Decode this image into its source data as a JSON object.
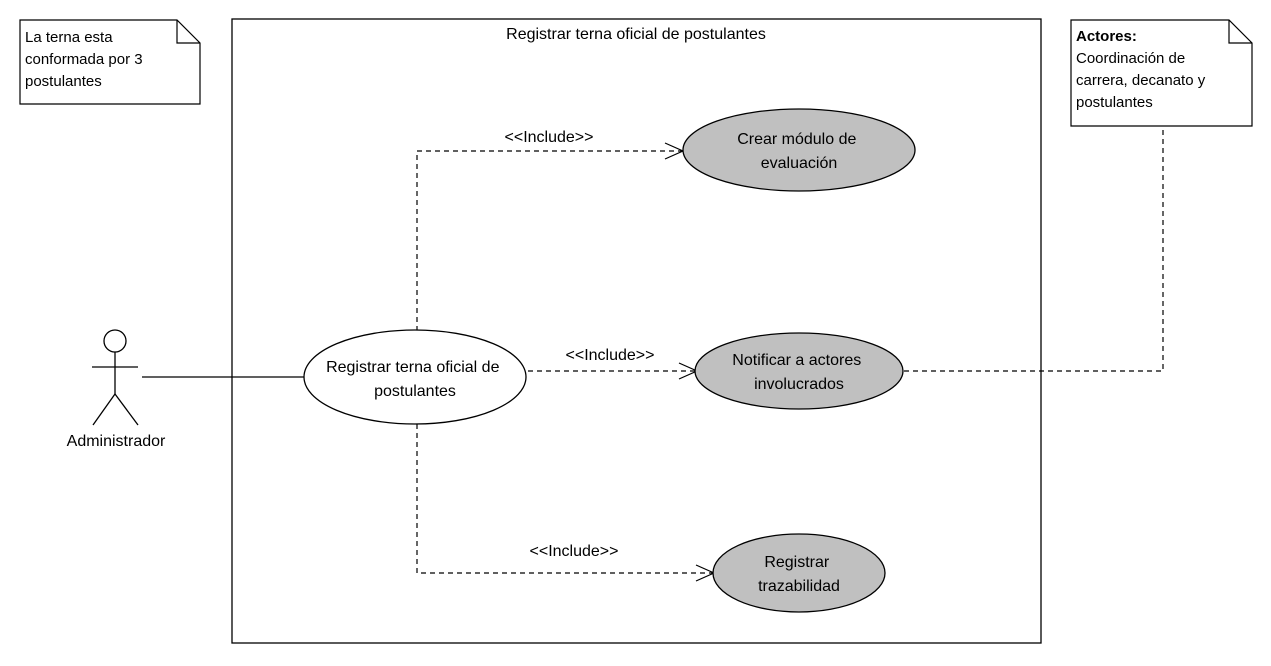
{
  "system_boundary": {
    "title": "Registrar terna oficial de postulantes"
  },
  "actor": {
    "name": "Administrador"
  },
  "notes": {
    "left": {
      "lines": [
        "La terna esta",
        "conformada por 3",
        "postulantes"
      ]
    },
    "right": {
      "heading": "Actores:",
      "lines": [
        "Coordinación de",
        "carrera, decanato y",
        "postulantes"
      ]
    }
  },
  "use_cases": {
    "main": {
      "lines": [
        "Registrar terna oficial de",
        "postulantes"
      ]
    },
    "crear_modulo": {
      "lines": [
        "Crear módulo de",
        "evaluación"
      ]
    },
    "notificar": {
      "lines": [
        "Notificar a actores",
        "involucrados"
      ]
    },
    "trazabilidad": {
      "lines": [
        "Registrar",
        "trazabilidad"
      ]
    }
  },
  "relations": {
    "include_1": "<<Include>>",
    "include_2": "<<Include>>",
    "include_3": "<<Include>>"
  },
  "colors": {
    "included_fill": "#c0c0c0",
    "main_fill": "#ffffff",
    "stroke": "#000000"
  }
}
